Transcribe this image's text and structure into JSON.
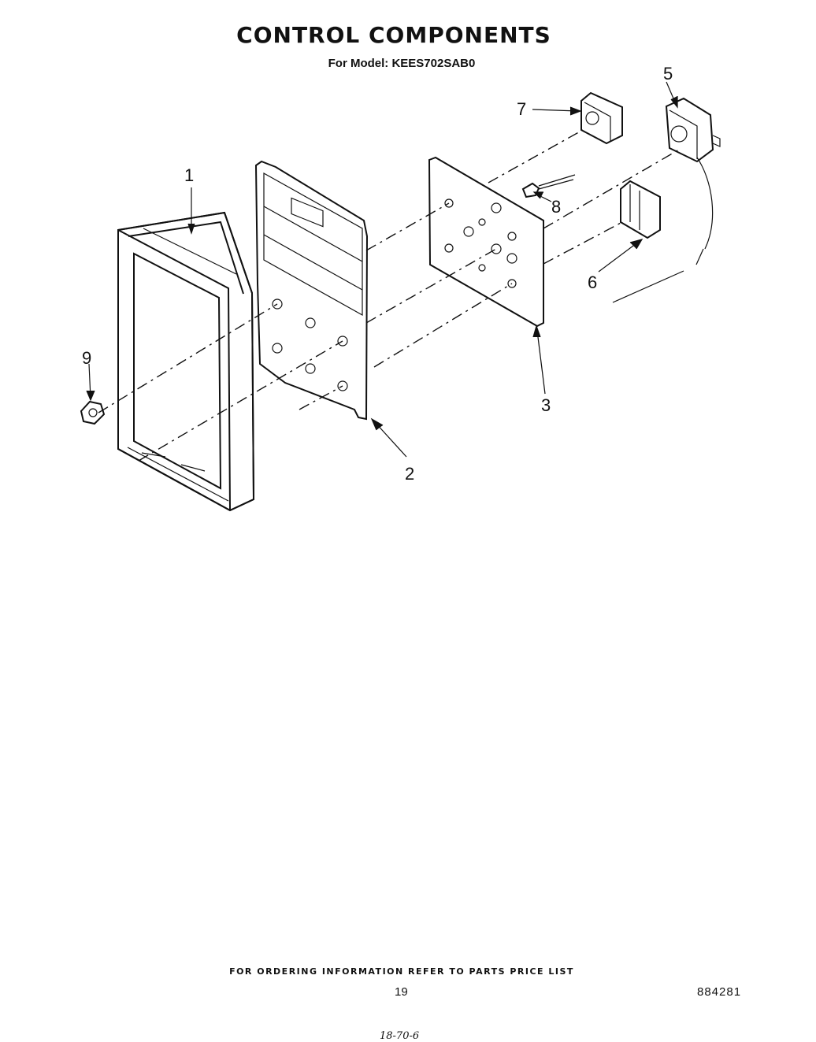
{
  "title": "CONTROL COMPONENTS",
  "subtitle": "For Model: KEES702SAB0",
  "footer_note": "FOR ORDERING INFORMATION REFER TO PARTS PRICE LIST",
  "page_number": "19",
  "document_number": "884281",
  "handwritten_note": "18-70-6",
  "callouts": [
    "1",
    "2",
    "3",
    "5",
    "6",
    "7",
    "8",
    "9"
  ]
}
